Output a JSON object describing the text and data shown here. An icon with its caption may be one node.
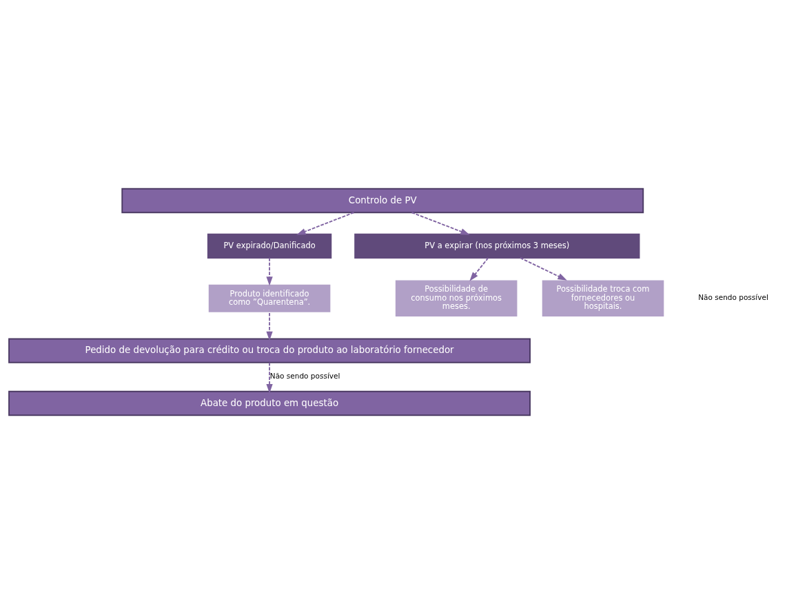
{
  "diagram": {
    "nodes": [
      {
        "text": [
          "Controlo de PV"
        ]
      },
      {
        "text": [
          "PV expirado/Danificado"
        ]
      },
      {
        "text": [
          "PV a expirar (nos próximos 3 meses)"
        ]
      },
      {
        "text": [
          "Produto identificado como ”Quarentena”."
        ]
      },
      {
        "text": [
          "Possibilidade de consumo nos próximos meses."
        ]
      },
      {
        "text": [
          "Possibilidade troca com fornecedores ou hospitais."
        ]
      },
      {
        "text": [
          "Pedido de devolução para crédito ou troca do produto ao laboratório fornecedor"
        ]
      },
      {
        "text": [
          "Abate do produto em questão"
        ]
      }
    ],
    "edges": [
      {
        "from": 0,
        "to": 1,
        "arrow": "to",
        "style": "dashed"
      },
      {
        "from": 0,
        "to": 2,
        "arrow": "to",
        "style": "dashed"
      },
      {
        "from": 1,
        "to": 3,
        "arrow": "to",
        "style": "dashed"
      },
      {
        "from": 2,
        "to": 4,
        "arrow": "to",
        "style": "dashed"
      },
      {
        "from": 2,
        "to": 5,
        "arrow": "to",
        "style": "dashed"
      },
      {
        "from": 3,
        "to": 6,
        "arrow": "to",
        "style": "dashed"
      },
      {
        "from": 6,
        "to": 7,
        "arrow": "to",
        "style": "dashed",
        "label": "Não sendo possível"
      }
    ],
    "labels": [
      "Não sendo possível"
    ]
  }
}
